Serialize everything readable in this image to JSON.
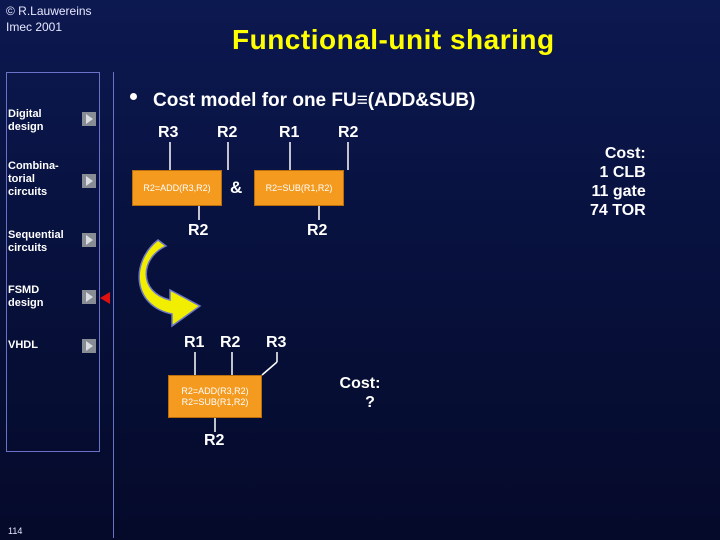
{
  "copyright": {
    "line1": "© R.Lauwereins",
    "line2": "Imec 2001"
  },
  "title": "Functional-unit sharing",
  "sidebar": {
    "items": [
      {
        "label": "Digital design"
      },
      {
        "label": "Combina-torial circuits"
      },
      {
        "label": "Sequential circuits"
      },
      {
        "label": "FSMD design"
      },
      {
        "label": "VHDL"
      }
    ]
  },
  "bullet": "Cost model for one FU≡(ADD&SUB)",
  "top_inputs": [
    "R3",
    "R2",
    "R1",
    "R2"
  ],
  "box_add": "R2=ADD(R3,R2)",
  "ampersand": "&",
  "box_sub": "R2=SUB(R1,R2)",
  "top_outputs": [
    "R2",
    "R2"
  ],
  "bottom_inputs": [
    "R1",
    "R2",
    "R3"
  ],
  "box_shared": {
    "line1": "R2=ADD(R3,R2)",
    "line2": "R2=SUB(R1,R2)"
  },
  "bottom_output": "R2",
  "cost_right": {
    "title": "Cost:",
    "lines": [
      "1 CLB",
      "11 gate",
      "74 TOR"
    ]
  },
  "cost_bottom": {
    "title": "Cost:",
    "value": "?"
  },
  "page_number": "114",
  "colors": {
    "title": "#ffff00",
    "box": "#f39a1f",
    "arrow": "#f2ee00",
    "marker": "#e01010"
  }
}
